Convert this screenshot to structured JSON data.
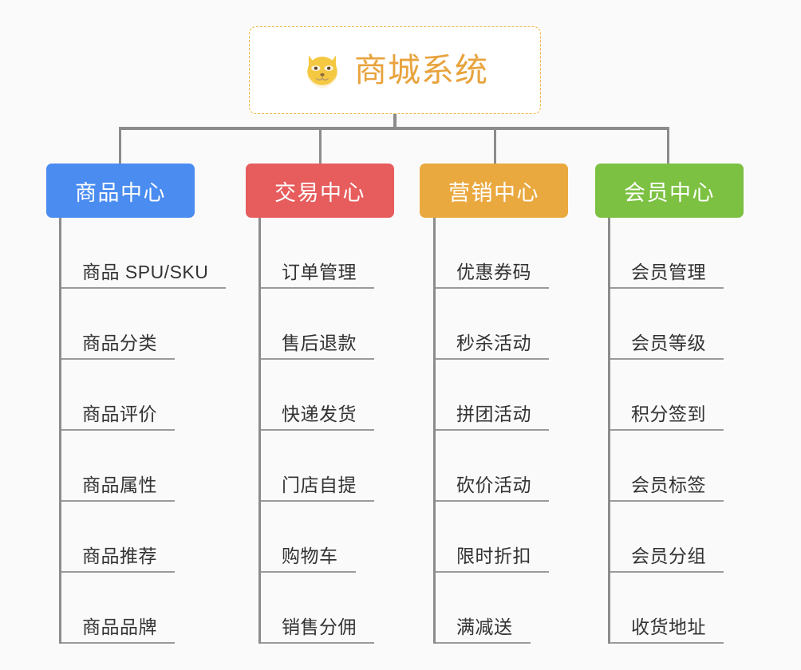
{
  "diagram": {
    "type": "org-chart",
    "background_color": "#fafafa",
    "connector_color": "#8c8c8c"
  },
  "root": {
    "icon": "shiba-dog-face-emoji",
    "title": "商城系统",
    "text_color": "#e8a33d",
    "border_color": "#f0b43c",
    "fill_color": "#ffffff"
  },
  "branches": [
    {
      "id": "product",
      "label": "商品中心",
      "color": "#4a8cf0",
      "items": [
        "商品 SPU/SKU",
        "商品分类",
        "商品评价",
        "商品属性",
        "商品推荐",
        "商品品牌"
      ]
    },
    {
      "id": "trade",
      "label": "交易中心",
      "color": "#e75c5c",
      "items": [
        "订单管理",
        "售后退款",
        "快递发货",
        "门店自提",
        "购物车",
        "销售分佣"
      ]
    },
    {
      "id": "marketing",
      "label": "营销中心",
      "color": "#eaa93f",
      "items": [
        "优惠券码",
        "秒杀活动",
        "拼团活动",
        "砍价活动",
        "限时折扣",
        "满减送"
      ]
    },
    {
      "id": "member",
      "label": "会员中心",
      "color": "#7cc142",
      "items": [
        "会员管理",
        "会员等级",
        "积分签到",
        "会员标签",
        "会员分组",
        "收货地址"
      ]
    }
  ]
}
